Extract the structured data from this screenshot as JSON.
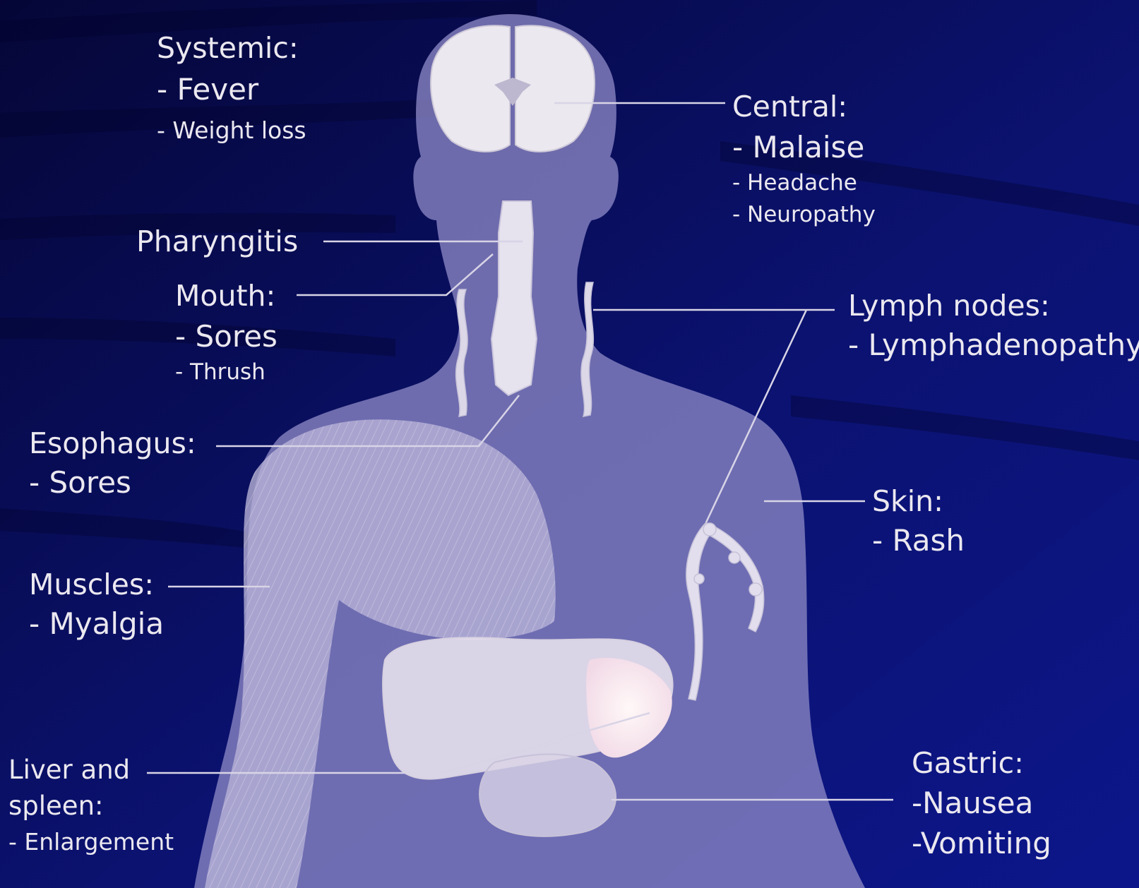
{
  "labels": {
    "systemic": {
      "title": "Systemic:",
      "items": [
        "- Fever",
        "- Weight loss"
      ]
    },
    "central": {
      "title": "Central:",
      "items": [
        "- Malaise",
        "- Headache",
        "- Neuropathy"
      ]
    },
    "pharyngitis": {
      "title": "Pharyngitis"
    },
    "mouth": {
      "title": "Mouth:",
      "items": [
        "- Sores",
        "- Thrush"
      ]
    },
    "lymph": {
      "title": "Lymph nodes:",
      "items": [
        "- Lymphadenopathy"
      ]
    },
    "esophagus": {
      "title": "Esophagus:",
      "items": [
        "- Sores"
      ]
    },
    "skin": {
      "title": "Skin:",
      "items": [
        "- Rash"
      ]
    },
    "muscles": {
      "title": "Muscles:",
      "items": [
        "- Myalgia"
      ]
    },
    "liver": {
      "title_line1": "Liver and",
      "title_line2": "spleen:",
      "items": [
        "- Enlargement"
      ]
    },
    "gastric": {
      "title": "Gastric:",
      "items": [
        "-Nausea",
        "-Vomiting"
      ]
    }
  },
  "colors": {
    "background_dark": "#050637",
    "background_mid": "#0c1478",
    "body_fill": "#8b86c4",
    "organ_fill": "#e9e4ef",
    "leader_line": "#d8d4e6",
    "text": "#ebe8f0"
  }
}
